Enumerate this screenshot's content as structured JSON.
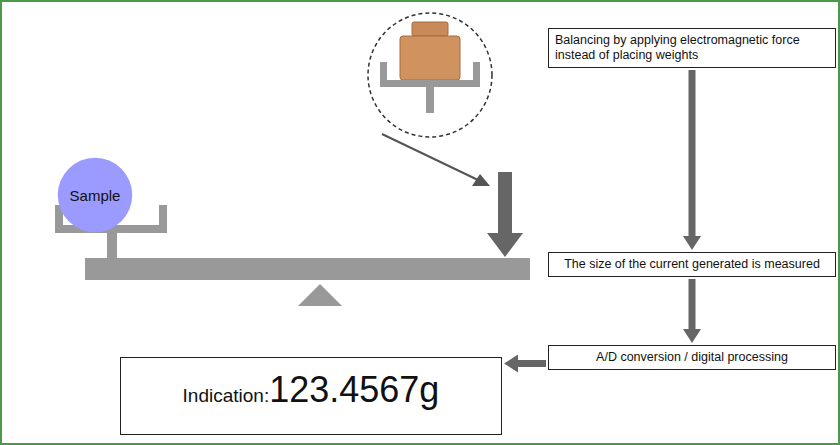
{
  "diagram": {
    "nodes": [
      {
        "text": [
          "Sample"
        ]
      },
      {
        "text": [
          "Balancing by applying electromagnetic force instead of placing weights"
        ]
      },
      {
        "text": [
          "The size of the current generated is measured"
        ]
      },
      {
        "text": [
          "A/D conversion / digital processing"
        ]
      },
      {
        "text": [
          "Indication:",
          "123.4567g"
        ]
      }
    ],
    "edges": [
      {
        "from": 1,
        "to": 2,
        "arrow": "to"
      },
      {
        "from": 2,
        "to": 3,
        "arrow": "to"
      },
      {
        "from": 3,
        "to": 4,
        "arrow": "to"
      }
    ]
  }
}
